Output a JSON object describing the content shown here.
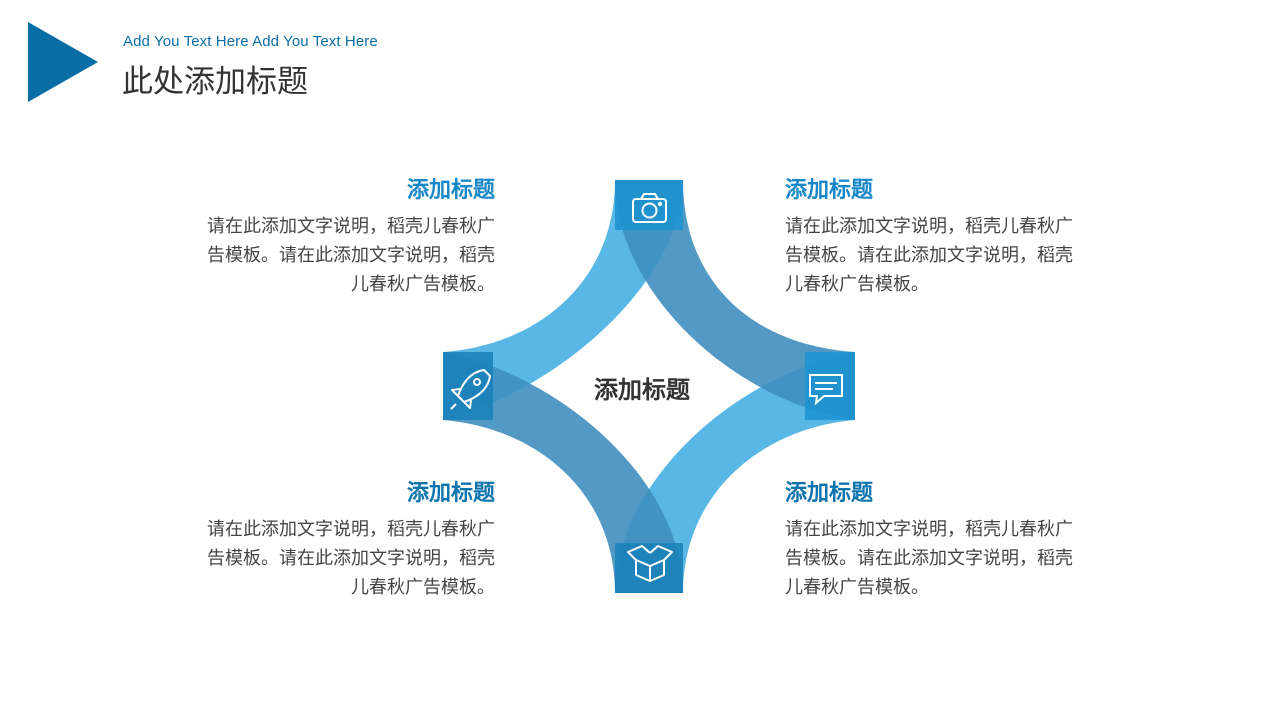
{
  "header": {
    "subtitle": "Add You Text Here Add You Text Here",
    "title": "此处添加标题"
  },
  "center": {
    "label": "添加标题"
  },
  "blocks": {
    "top_left": {
      "title": "添加标题",
      "text": "请在此添加文字说明，稻壳儿春秋广告模板。请在此添加文字说明，稻壳儿春秋广告模板。"
    },
    "top_right": {
      "title": "添加标题",
      "text": "请在此添加文字说明，稻壳儿春秋广告模板。请在此添加文字说明，稻壳儿春秋广告模板。"
    },
    "bottom_left": {
      "title": "添加标题",
      "text": "请在此添加文字说明，稻壳儿春秋广告模板。请在此添加文字说明，稻壳儿春秋广告模板。"
    },
    "bottom_right": {
      "title": "添加标题",
      "text": "请在此添加文字说明，稻壳儿春秋广告模板。请在此添加文字说明，稻壳儿春秋广告模板。"
    }
  },
  "icons": {
    "top": "camera-icon",
    "right": "chat-icon",
    "bottom": "box-icon",
    "left": "rocket-icon"
  },
  "colors": {
    "accent": "#0a6ea6",
    "light_blue": "#4fb3e3",
    "steel_blue": "#3f8fbf",
    "tab_blue": "#1b93d1"
  }
}
